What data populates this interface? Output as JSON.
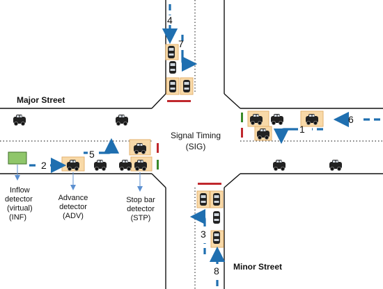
{
  "title_major": "Major Street",
  "title_minor": "Minor Street",
  "center": {
    "line1": "Signal Timing",
    "line2": "(SIG)"
  },
  "detectors": {
    "inflow": [
      "Inflow",
      "detector",
      "(virtual)",
      "(INF)"
    ],
    "advance": [
      "Advance",
      "detector",
      "(ADV)"
    ],
    "stopbar": [
      "Stop bar",
      "detector",
      "(STP)"
    ]
  },
  "movement_numbers": [
    "1",
    "2",
    "3",
    "4",
    "5",
    "6",
    "7",
    "8"
  ],
  "colors": {
    "flow_arrow": "#1f6fb0",
    "detector_zone": "#f8d9a8",
    "inflow_detector": "#8fc66a",
    "signal_red": "#c0282d",
    "signal_green": "#3a8a2a",
    "road_line": "#111111"
  },
  "icons": [
    "car-icon",
    "flow-arrow-icon",
    "signal-bar-icon",
    "inflow-detector-icon"
  ]
}
